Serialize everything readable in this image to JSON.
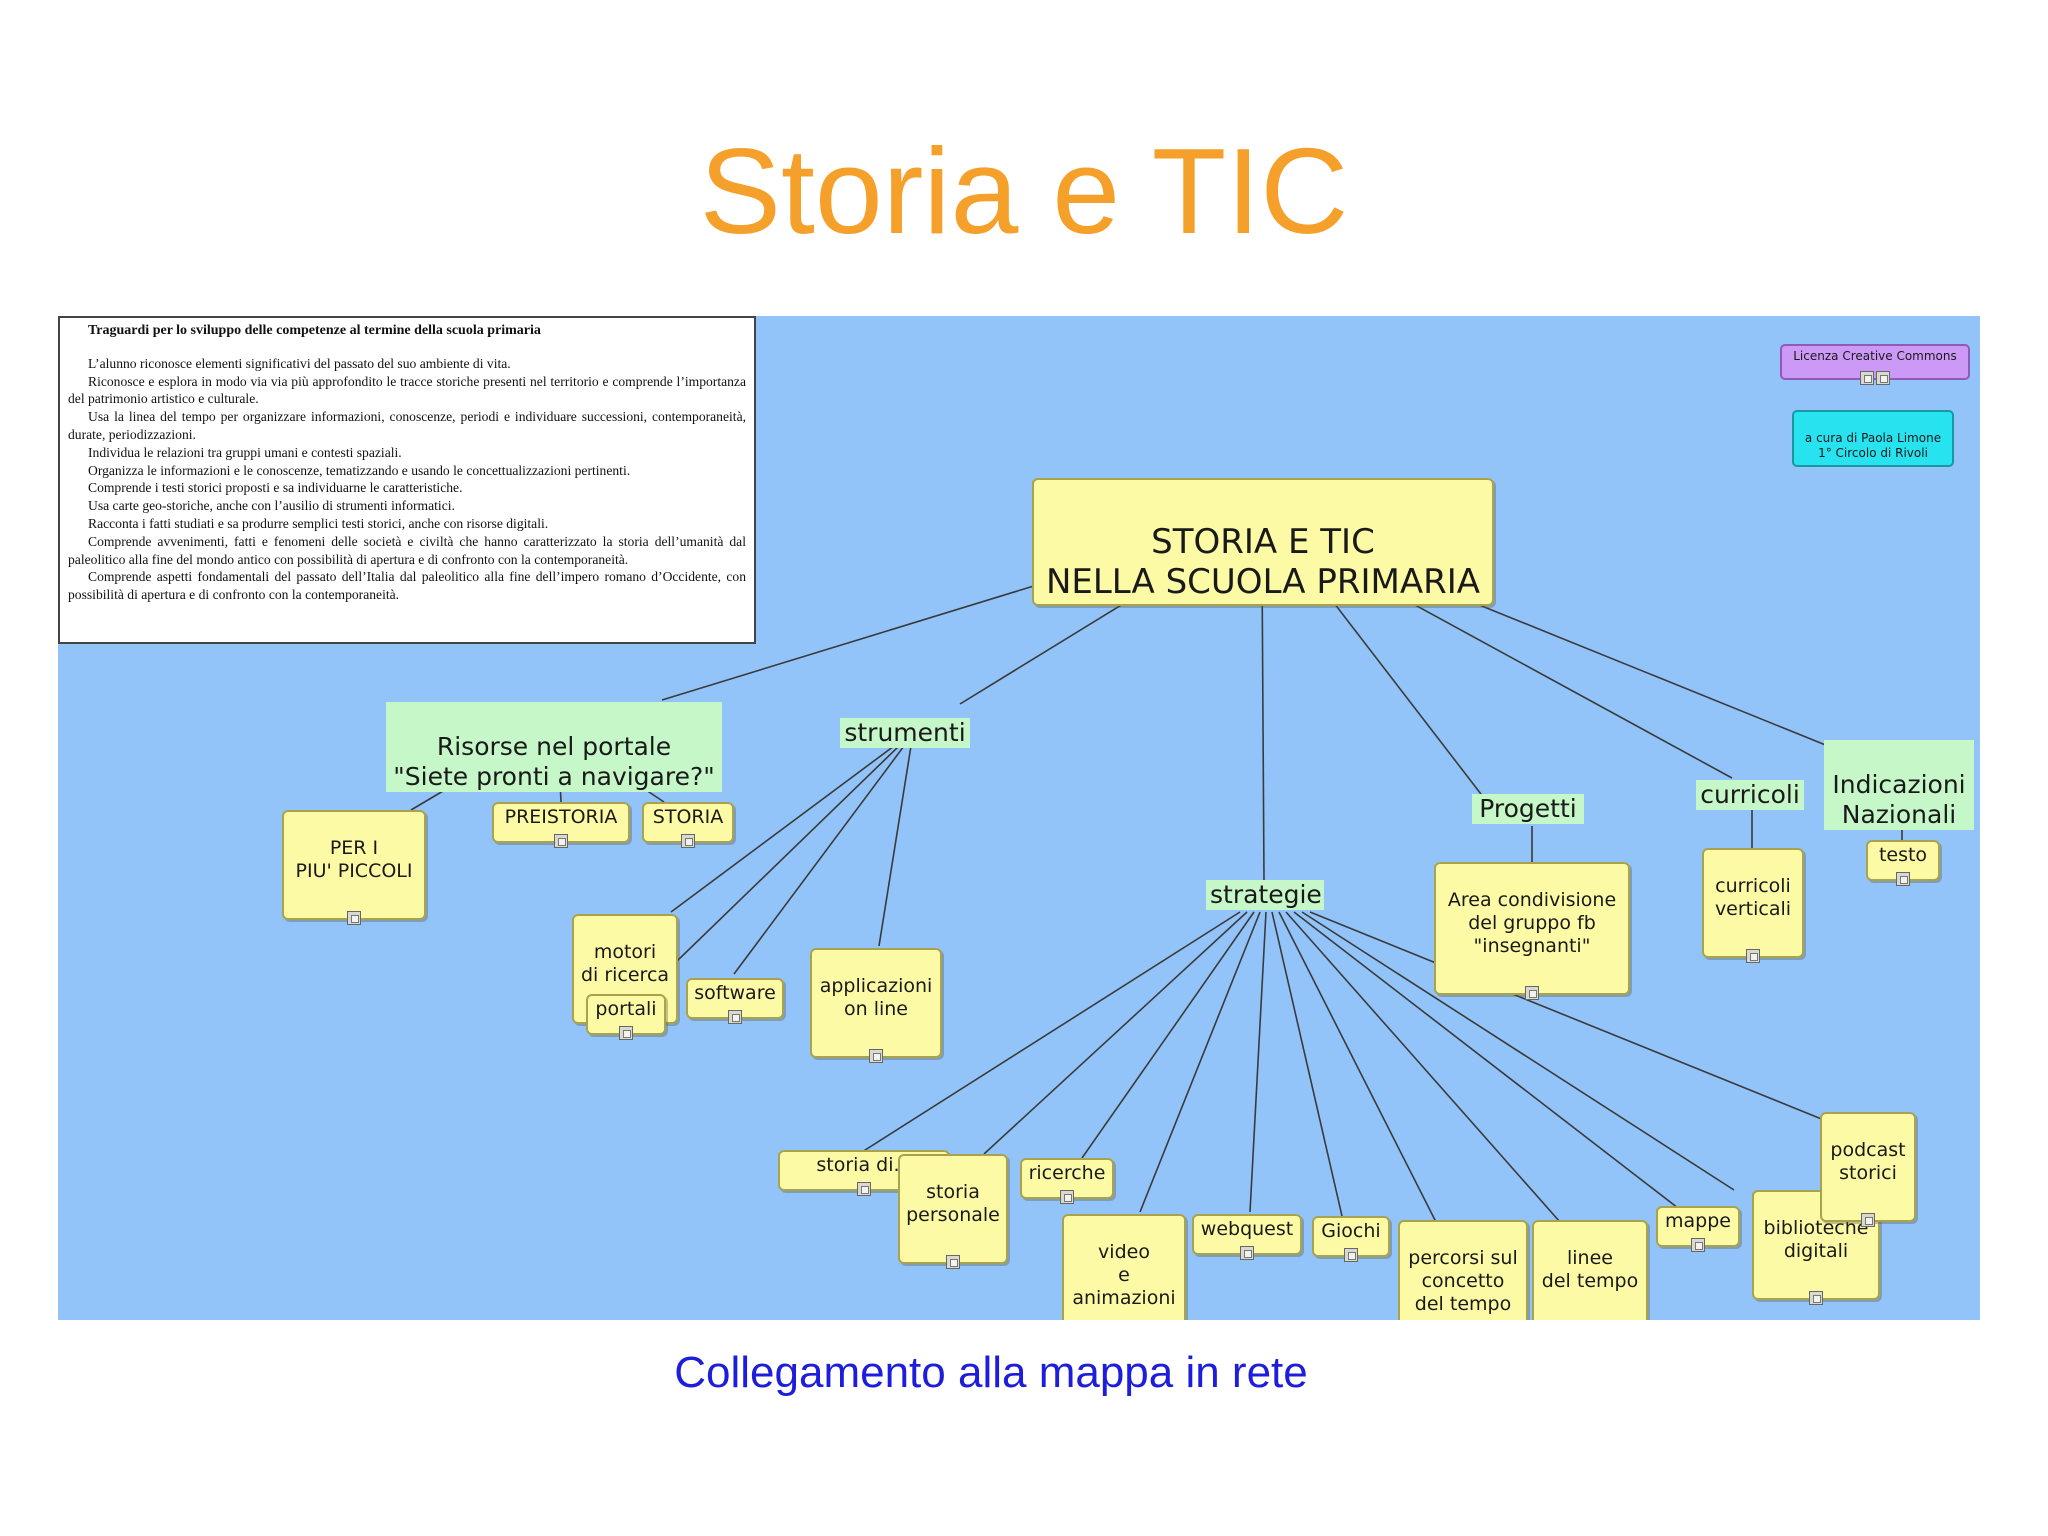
{
  "slide_title": "Storia e TIC",
  "footer_link": "Collegamento alla mappa in rete",
  "document": {
    "title": "Traguardi per lo sviluppo delle competenze al termine della scuola primaria",
    "paragraphs": [
      "L’alunno riconosce elementi significativi del passato del suo ambiente di vita.",
      "Riconosce e esplora in modo via via più approfondito le tracce storiche presenti nel territorio e comprende l’importanza del patrimonio artistico e culturale.",
      "Usa la linea del tempo per organizzare informazioni, conoscenze, periodi e individuare successioni, contemporaneità, durate, periodizzazioni.",
      "Individua le relazioni tra gruppi umani e contesti spaziali.",
      "Organizza le informazioni e le conoscenze, tematizzando e usando le concettualizzazioni pertinenti.",
      "Comprende i testi storici proposti e sa individuarne le caratteristiche.",
      "Usa carte geo-storiche, anche con l’ausilio di strumenti informatici.",
      "Racconta i fatti studiati e sa produrre semplici testi storici, anche con risorse digitali.",
      "Comprende avvenimenti, fatti e fenomeni delle società e civiltà che hanno caratterizzato la storia dell’umanità dal paleolitico alla fine del mondo antico con possibilità di apertura e di confronto con la contemporaneità.",
      "Comprende aspetti fondamentali del passato dell’Italia dal paleolitico alla fine dell’impero romano d’Occidente, con possibilità di apertura e di confronto con la contemporaneità."
    ]
  },
  "concept_map": {
    "root": {
      "id": "root",
      "text": "STORIA E TIC\nNELLA SCUOLA PRIMARIA"
    },
    "license": {
      "id": "license",
      "text": "Licenza Creative Commons"
    },
    "curator": {
      "id": "curator",
      "text": "a cura di Paola Limone\n1° Circolo di Rivoli"
    },
    "hubs": [
      {
        "id": "risorse",
        "text": "Risorse nel portale\n\"Siete pronti a navigare?\""
      },
      {
        "id": "strumenti",
        "text": "strumenti"
      },
      {
        "id": "strategie",
        "text": "strategie"
      },
      {
        "id": "progetti",
        "text": "Progetti"
      },
      {
        "id": "curricoli",
        "text": "curricoli"
      },
      {
        "id": "indicazioni",
        "text": "Indicazioni\nNazionali"
      }
    ],
    "leaves": [
      {
        "id": "piccoli",
        "parent": "risorse",
        "text": "PER I\nPIU' PICCOLI"
      },
      {
        "id": "preistoria",
        "parent": "risorse",
        "text": "PREISTORIA"
      },
      {
        "id": "storia",
        "parent": "risorse",
        "text": "STORIA"
      },
      {
        "id": "motori",
        "parent": "strumenti",
        "text": "motori\ndi ricerca"
      },
      {
        "id": "portali",
        "parent": "strumenti",
        "text": "portali"
      },
      {
        "id": "software",
        "parent": "strumenti",
        "text": "software"
      },
      {
        "id": "applicazioni",
        "parent": "strumenti",
        "text": "applicazioni\non line"
      },
      {
        "id": "area",
        "parent": "progetti",
        "text": "Area condivisione\ndel gruppo fb\n\"insegnanti\""
      },
      {
        "id": "verticali",
        "parent": "curricoli",
        "text": "curricoli\nverticali"
      },
      {
        "id": "testo",
        "parent": "indicazioni",
        "text": "testo"
      },
      {
        "id": "storiadi",
        "parent": "strategie",
        "text": "storia di..."
      },
      {
        "id": "personale",
        "parent": "strategie",
        "text": "storia\npersonale"
      },
      {
        "id": "ricerche",
        "parent": "strategie",
        "text": "ricerche"
      },
      {
        "id": "video",
        "parent": "strategie",
        "text": "video\ne\nanimazioni"
      },
      {
        "id": "webquest",
        "parent": "strategie",
        "text": "webquest"
      },
      {
        "id": "giochi",
        "parent": "strategie",
        "text": "Giochi"
      },
      {
        "id": "percorsi",
        "parent": "strategie",
        "text": "percorsi sul\nconcetto\ndel tempo"
      },
      {
        "id": "linee",
        "parent": "strategie",
        "text": "linee\ndel tempo"
      },
      {
        "id": "mappe",
        "parent": "strategie",
        "text": "mappe"
      },
      {
        "id": "biblioteche",
        "parent": "strategie",
        "text": "biblioteche\ndigitali"
      },
      {
        "id": "podcast",
        "parent": "strategie",
        "text": "podcast\nstorici"
      }
    ]
  },
  "colors": {
    "title": "#f5a02a",
    "map_background": "#92c4fa",
    "concept_fill": "#fdfaa6",
    "hub_fill": "#c6f7c8",
    "license_fill": "#cc9af6",
    "curator_fill": "#27e3f0",
    "link": "#1d1ddb"
  }
}
